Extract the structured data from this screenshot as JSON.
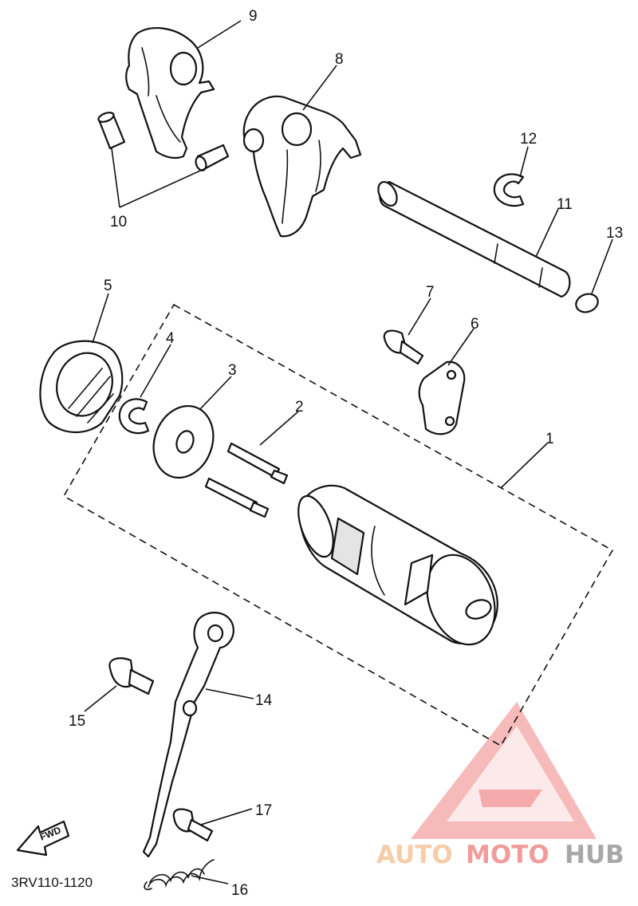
{
  "diagram": {
    "diagram_code": "3RV110-1120",
    "fwd_label": "FWD",
    "callouts": [
      "1",
      "2",
      "3",
      "4",
      "5",
      "6",
      "7",
      "8",
      "9",
      "10",
      "11",
      "12",
      "13",
      "14",
      "15",
      "16",
      "17"
    ]
  },
  "watermark": {
    "brand_part1": "AUTO",
    "brand_part2": "MOTO",
    "brand_part3": "HUB",
    "colors": {
      "primary": "#f08a8a",
      "secondary": "#f6c49a",
      "dark": "#9a9a9a"
    }
  }
}
